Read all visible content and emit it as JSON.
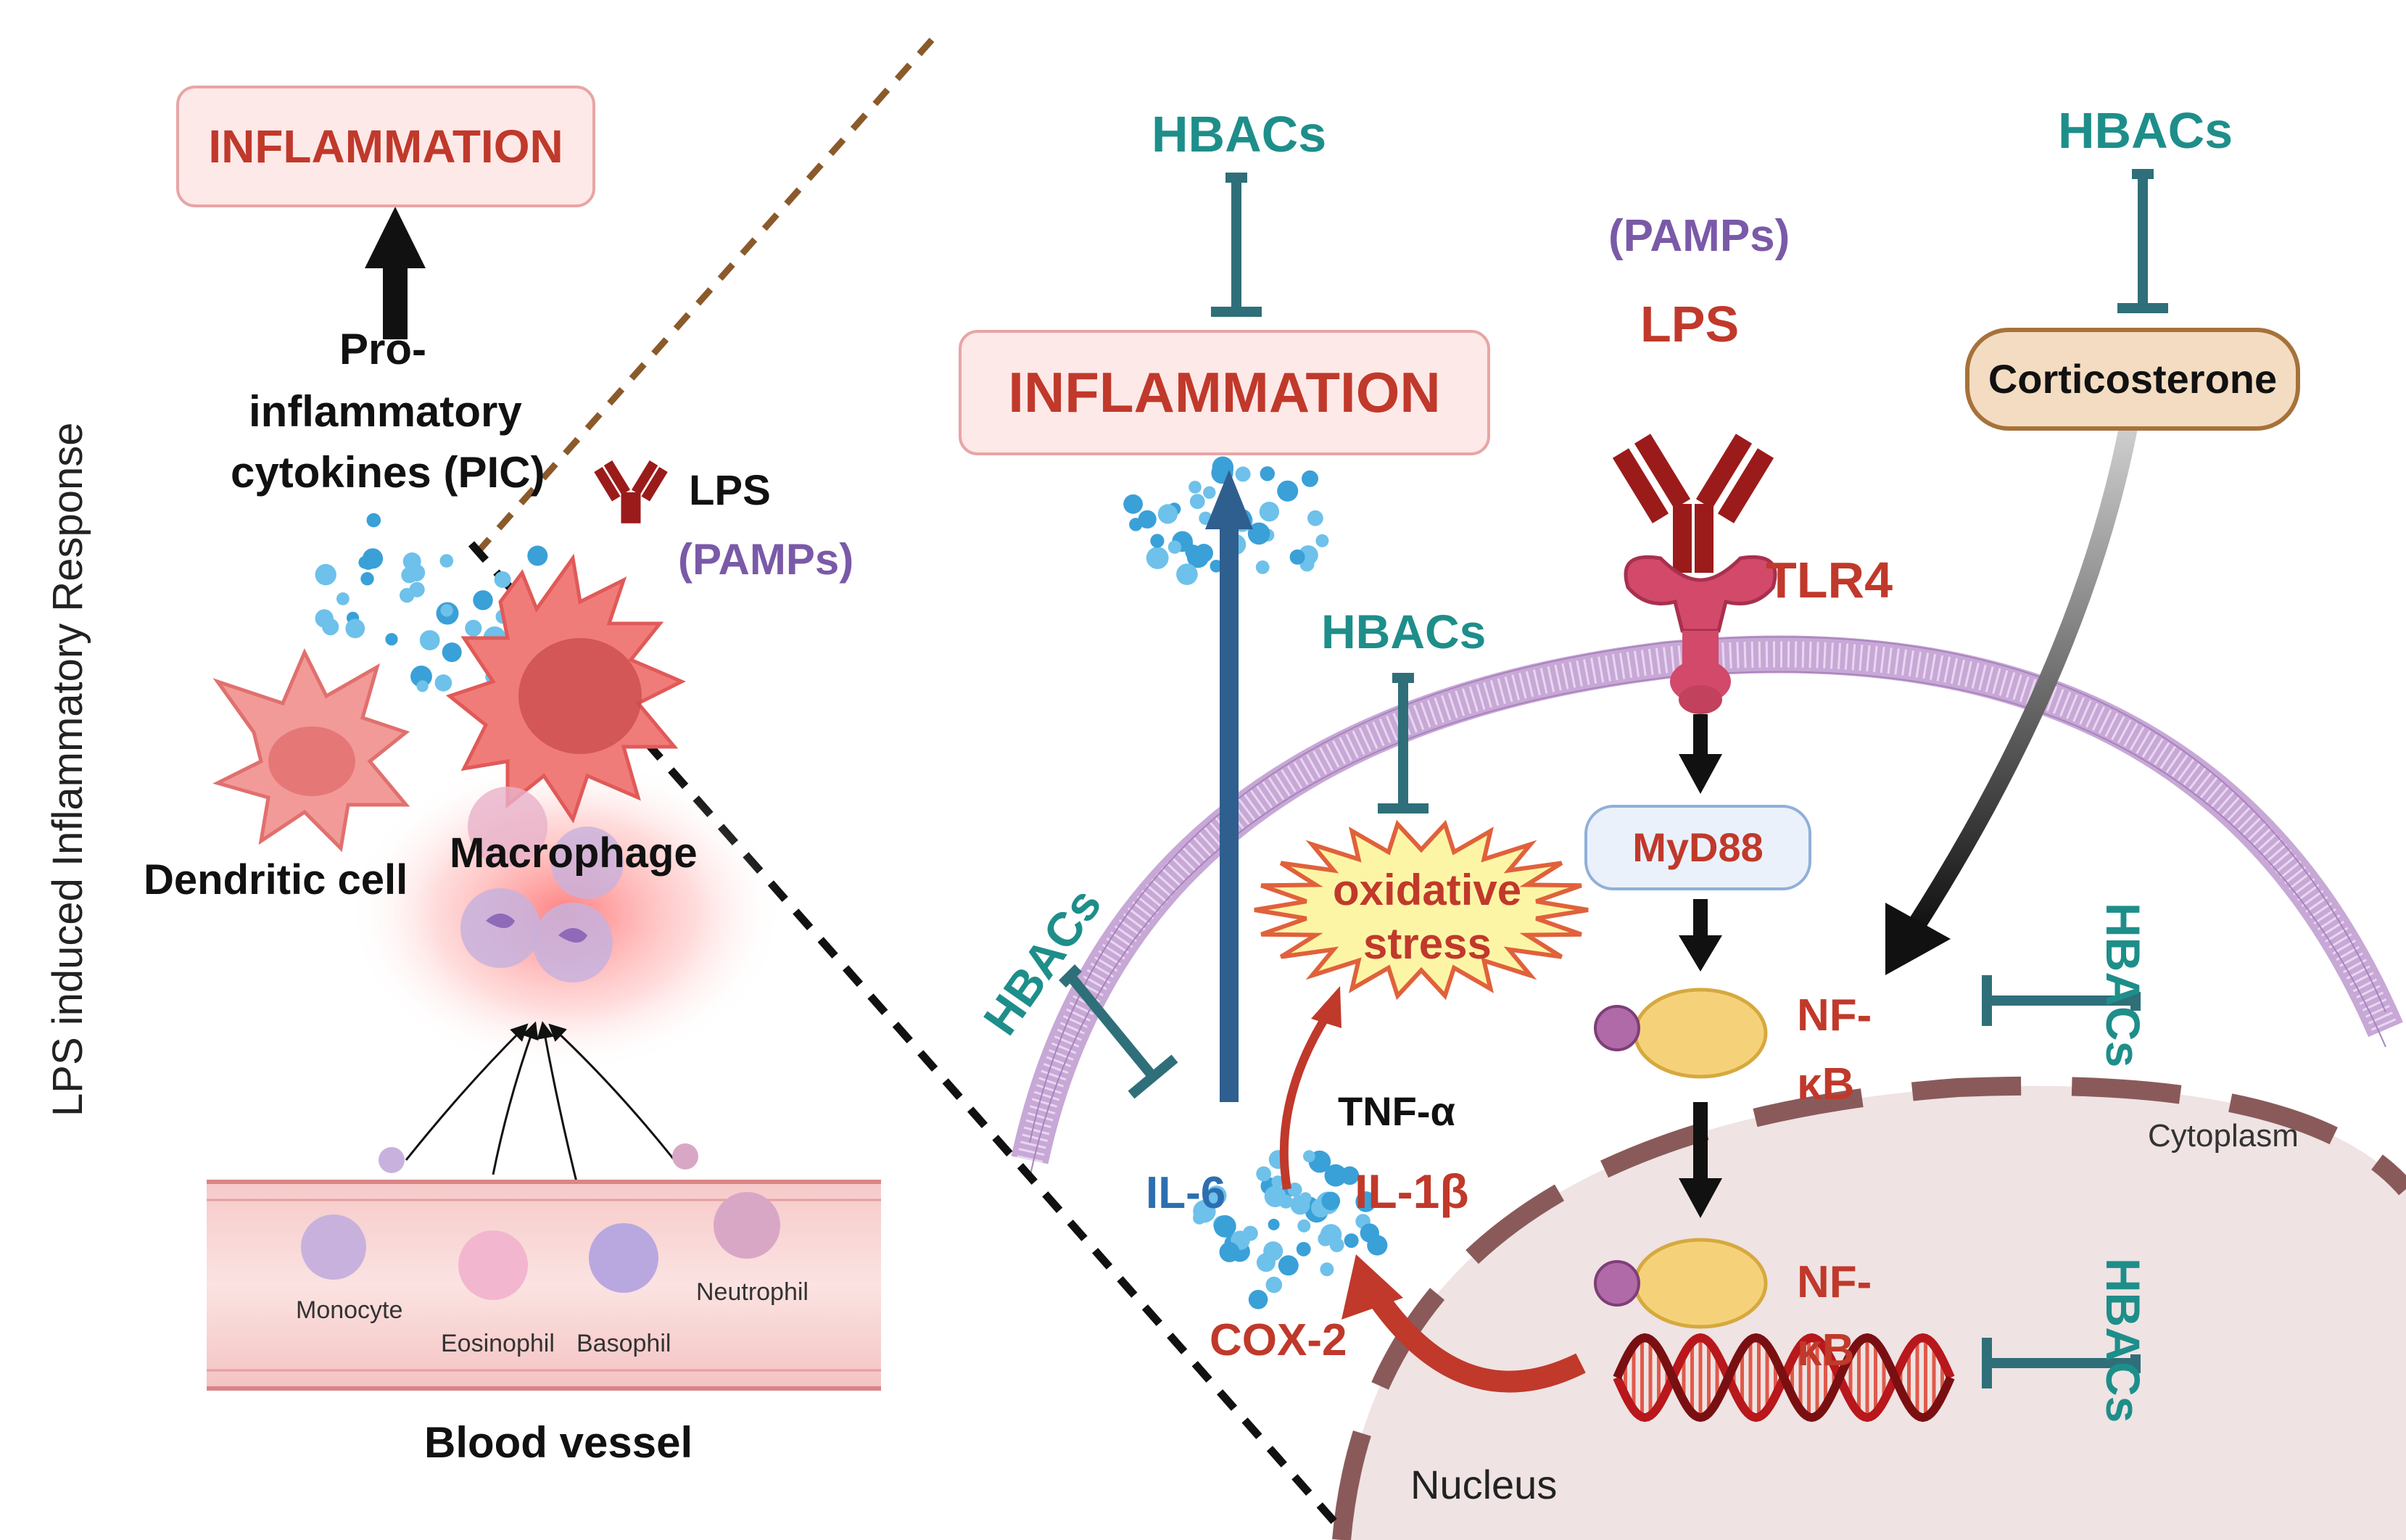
{
  "diagram": {
    "side_title": "LPS induced Inflammatory Response",
    "left_panel": {
      "inflammation": "INFLAMMATION",
      "pic_line1": "Pro-",
      "pic_line2": "inflammatory",
      "pic_line3": "cytokines (PIC)",
      "lps": "LPS",
      "pamps": "(PAMPs)",
      "dendritic_cell": "Dendritic cell",
      "macrophage": "Macrophage",
      "monocyte": "Monocyte",
      "eosinophil": "Eosinophil",
      "basophil": "Basophil",
      "neutrophil": "Neutrophil",
      "blood_vessel": "Blood vessel"
    },
    "right_panel": {
      "hbacs_top": "HBACs",
      "inflammation": "INFLAMMATION",
      "pamps": "(PAMPs)",
      "lps": "LPS",
      "tlr4": "TLR4",
      "hbacs_corticosterone": "HBACs",
      "corticosterone": "Corticosterone",
      "hbacs_oxidative": "HBACs",
      "oxidative_line1": "oxidative",
      "oxidative_line2": "stress",
      "myd88": "MyD88",
      "hbacs_membrane": "HBACs",
      "nfkb_cyto_line1": "NF-",
      "nfkb_cyto_line2": "κB",
      "hbacs_nfkb_cyto": "HBACs",
      "cytoplasm": "Cytoplasm",
      "tnf": "TNF-α",
      "il6": "IL-6",
      "il1b": "IL-1β",
      "cox2": "COX-2",
      "nfkb_nuc_line1": "NF-",
      "nfkb_nuc_line2": "κB",
      "hbacs_nfkb_nuc": "HBACs",
      "nucleus": "Nucleus"
    },
    "colors": {
      "hbacs": "#1e8e8a",
      "inhibitor": "#2f6f7a",
      "lps": "#9b1b1b",
      "tlr4": "#c2415c",
      "cytokine_dot": "#3aa0d8",
      "membrane": "#c7a8d6",
      "nucleus_fill": "#efe3e3",
      "nuclear_envelope": "#8a5a5a",
      "arrow_blue": "#2f5f8f",
      "arrow_red": "#c0392b",
      "nfkb_body": "#f5d27a"
    }
  }
}
